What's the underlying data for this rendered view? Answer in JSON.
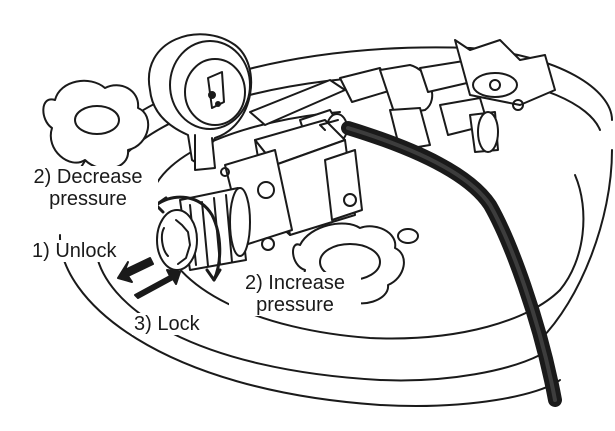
{
  "labels": {
    "decrease": {
      "line1": "2) Decrease",
      "line2": "pressure"
    },
    "increase": {
      "line1": "2) Increase",
      "line2": "pressure"
    },
    "unlock": "1) Unlock",
    "lock": "3) Lock"
  },
  "colors": {
    "ink": "#1a1a1a",
    "paper": "#ffffff",
    "show_through": "#d4d4d4"
  }
}
